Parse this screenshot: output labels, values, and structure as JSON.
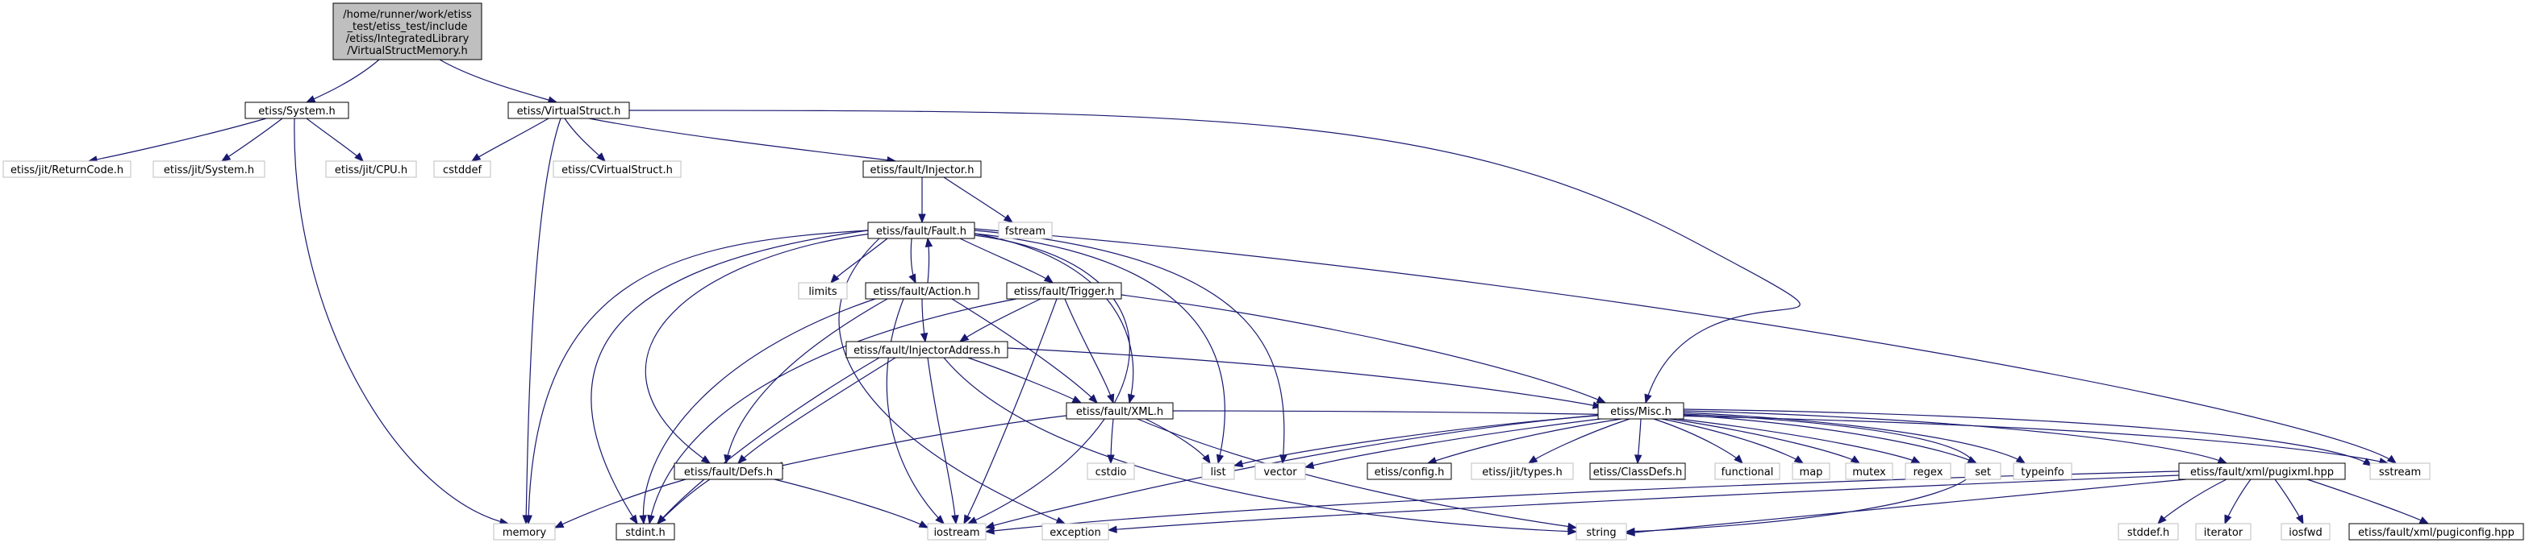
{
  "root": {
    "label_lines": [
      "/home/runner/work/etiss",
      "_test/etiss_test/include",
      "/etiss/IntegratedLibrary",
      "/VirtualStructMemory.h"
    ]
  },
  "nodes": {
    "system_h": "etiss/System.h",
    "virtualstruct_h": "etiss/VirtualStruct.h",
    "returncode_h": "etiss/jit/ReturnCode.h",
    "jit_system_h": "etiss/jit/System.h",
    "cpu_h": "etiss/jit/CPU.h",
    "cstddef": "cstddef",
    "cvirtualstruct_h": "etiss/CVirtualStruct.h",
    "injector_h": "etiss/fault/Injector.h",
    "fstream": "fstream",
    "fault_h": "etiss/fault/Fault.h",
    "limits": "limits",
    "action_h": "etiss/fault/Action.h",
    "trigger_h": "etiss/fault/Trigger.h",
    "injectoraddress_h": "etiss/fault/InjectorAddress.h",
    "xml_h": "etiss/fault/XML.h",
    "misc_h": "etiss/Misc.h",
    "defs_h": "etiss/fault/Defs.h",
    "cstdio": "cstdio",
    "list": "list",
    "vector": "vector",
    "config_h": "etiss/config.h",
    "types_h": "etiss/jit/types.h",
    "classdefs_h": "etiss/ClassDefs.h",
    "functional": "functional",
    "map": "map",
    "mutex": "mutex",
    "regex": "regex",
    "set": "set",
    "typeinfo": "typeinfo",
    "pugixml_hpp": "etiss/fault/xml/pugixml.hpp",
    "sstream": "sstream",
    "memory": "memory",
    "stdint_h": "stdint.h",
    "iostream": "iostream",
    "exception": "exception",
    "string": "string",
    "stddef_h": "stddef.h",
    "iterator": "iterator",
    "iosfwd": "iosfwd",
    "pugiconfig_hpp": "etiss/fault/xml/pugiconfig.hpp"
  },
  "colors": {
    "edge": "#191970",
    "documented_border": "#000000",
    "external_border": "#bfbfbf",
    "root_fill": "#bfbfbf",
    "text": "#000000"
  }
}
